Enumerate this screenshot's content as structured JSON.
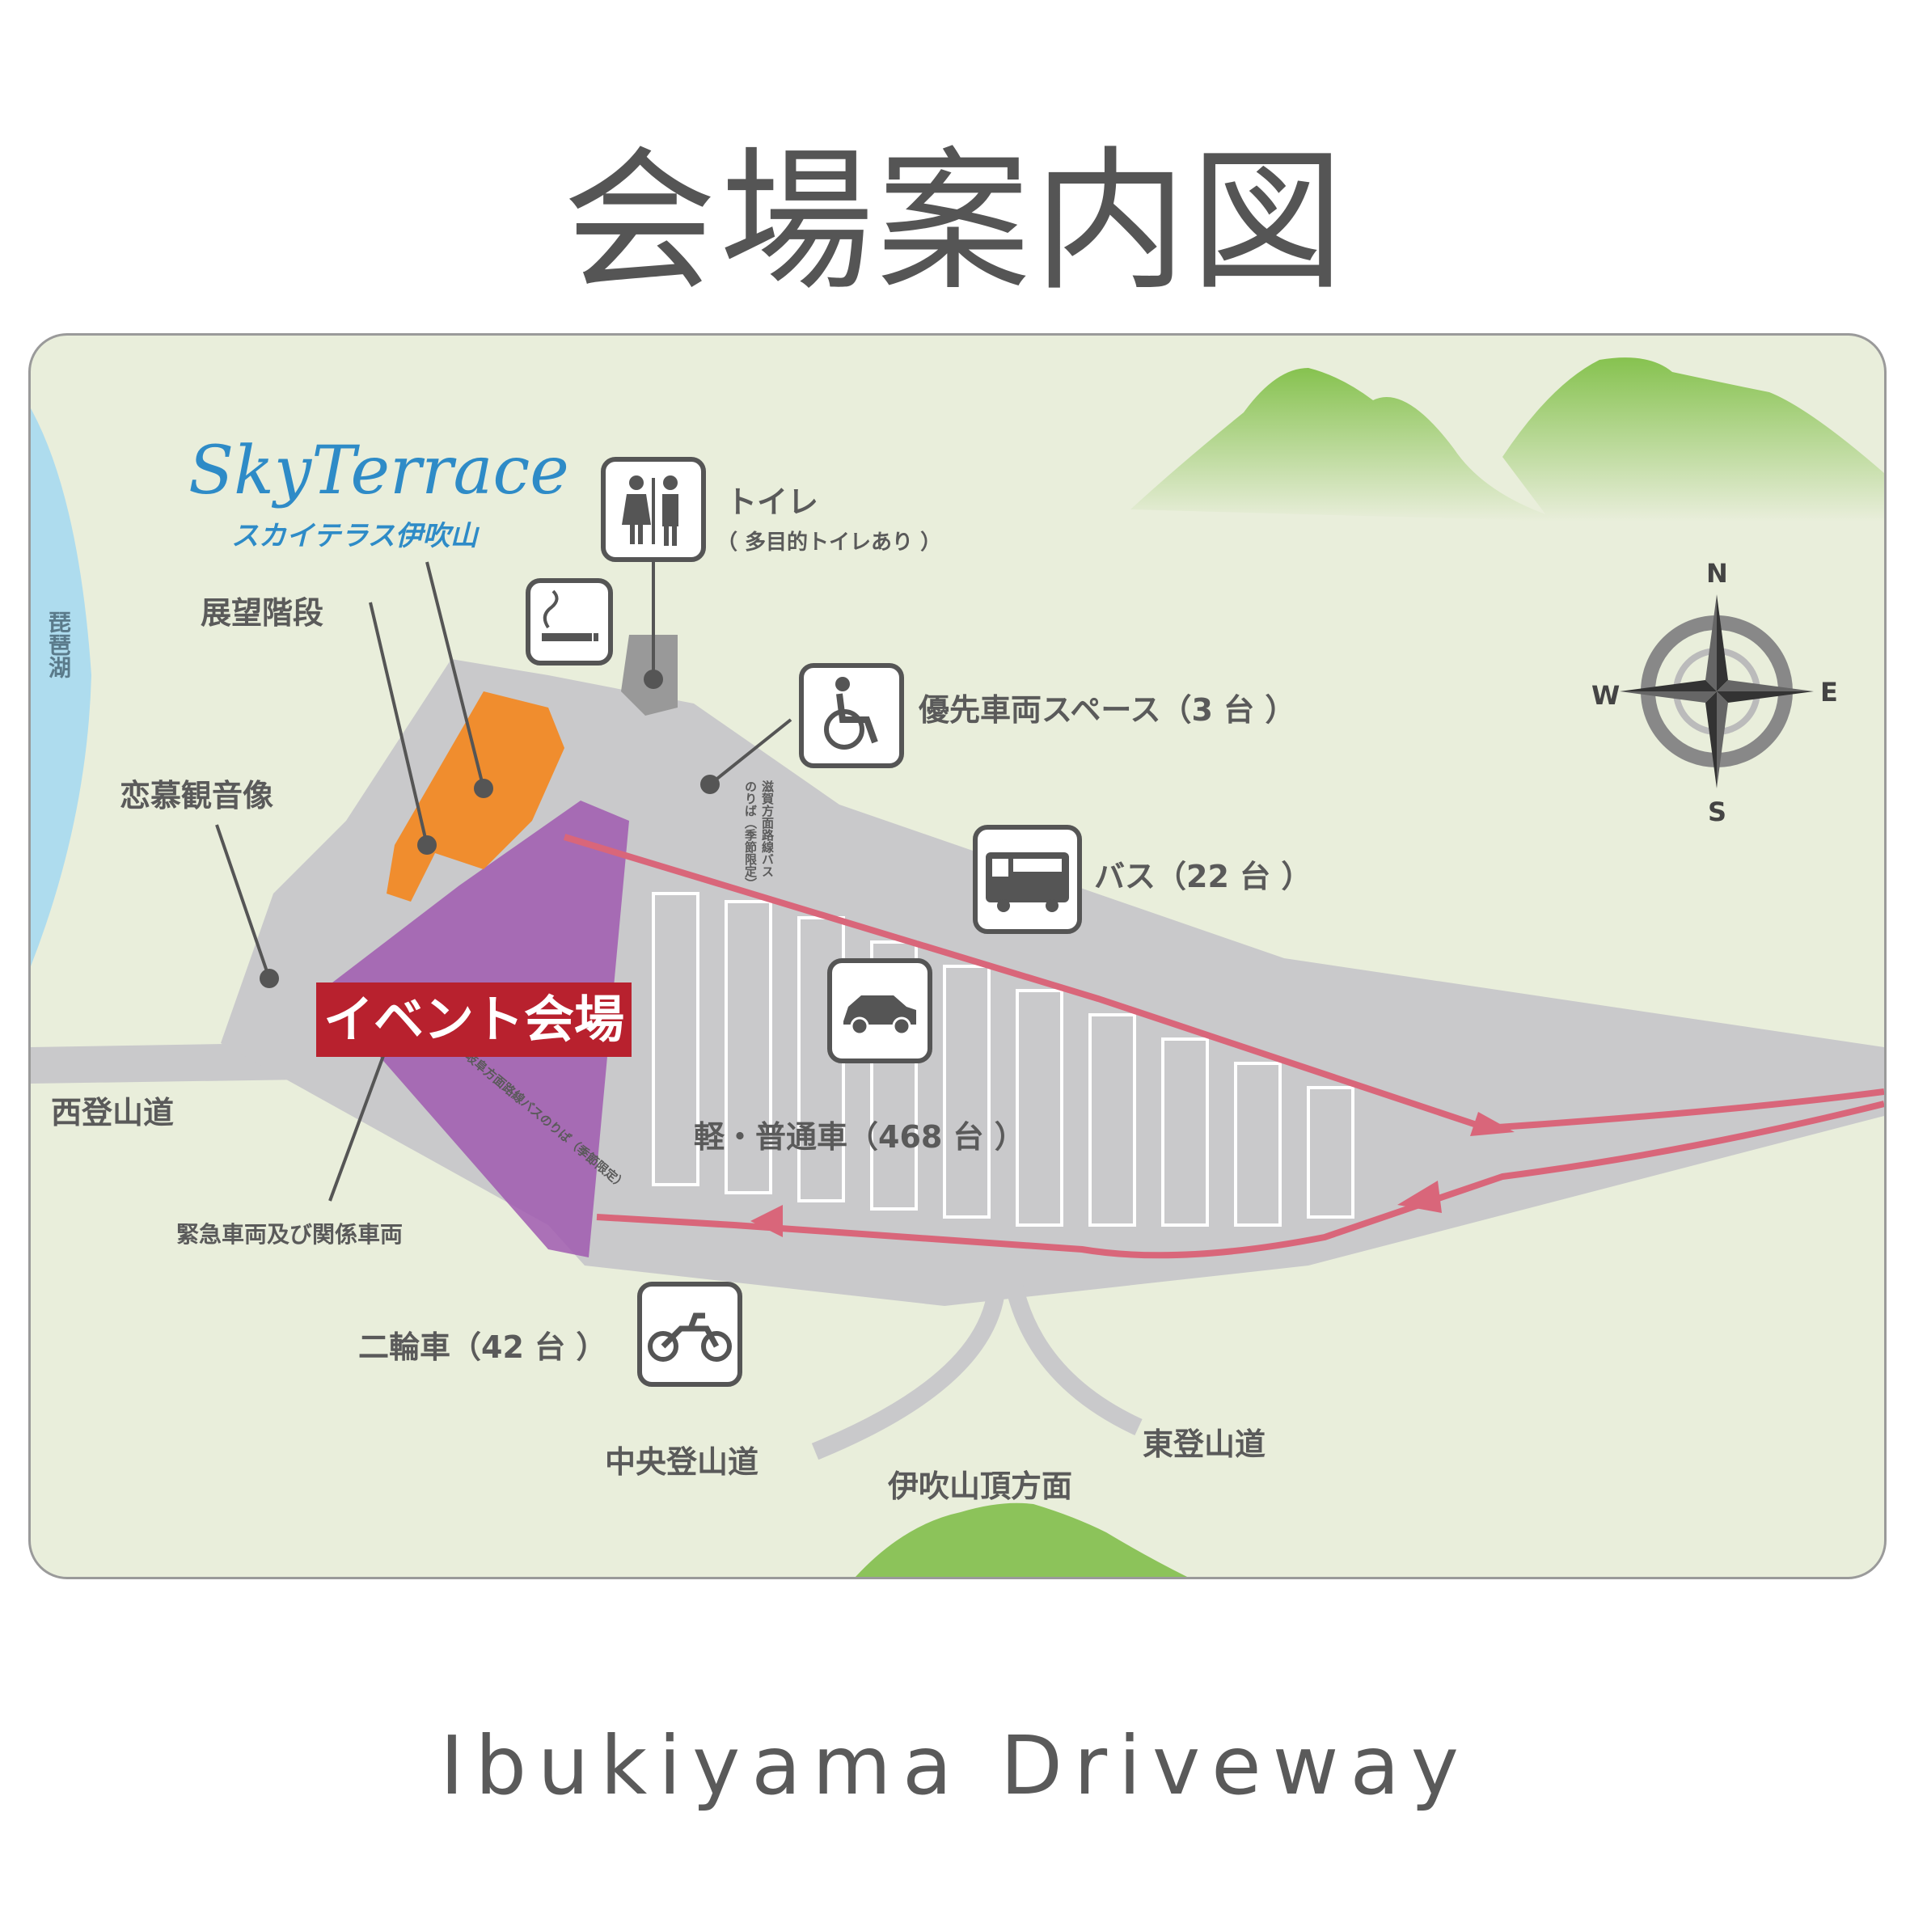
{
  "title": "会場案内図",
  "brand": "Ibukiyama Driveway",
  "logo": {
    "en": "SkyTerrace",
    "jp": "スカイテラス伊吹山"
  },
  "labels": {
    "lake": "琵琶湖",
    "stairs": "展望階段",
    "statue": "恋慕観音像",
    "toilet": "トイレ",
    "toilet_note": "（ 多目的トイレあり ）",
    "priority": "優先車両スペース（3 台 ）",
    "bus": "バス（22 台 ）",
    "car": "軽・普通車（468 台 ）",
    "bike": "二輪車（42 台 ）",
    "emergency": "緊急車両及び関係車両",
    "west_trail": "西登山道",
    "central_trail": "中央登山道",
    "east_trail": "東登山道",
    "summit": "伊吹山頂方面",
    "event": "イベント会場",
    "shiga_bus": "滋賀方面路線バスのりば（季節限定）",
    "gifu_bus": "岐阜方面路線バスのりば（季節限定）"
  },
  "compass": {
    "n": "N",
    "s": "S",
    "e": "E",
    "w": "W"
  },
  "icons": {
    "toilet": "toilet-icon",
    "smoking": "smoking-icon",
    "wheelchair": "wheelchair-icon",
    "bus": "bus-icon",
    "car": "car-icon",
    "motorcycle": "motorcycle-icon"
  },
  "colors": {
    "map_bg": "#e9eedb",
    "lake": "#aedcee",
    "mountain": "#8cc35a",
    "road": "#c9c9cb",
    "building": "#f08d2e",
    "event_area": "#a05bb0",
    "route": "#d9667a",
    "event_label": "#b8212e",
    "logo": "#2e8bc7"
  }
}
